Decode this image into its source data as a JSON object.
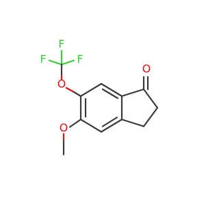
{
  "molecule": {
    "atoms": {
      "f_top": "F",
      "f_left": "F",
      "f_right": "F",
      "o_ether_cf3": "O",
      "o_ketone": "O",
      "o_methoxy": "O"
    }
  },
  "colors": {
    "bond": "#3a3a3a",
    "oxygen": "#e01010",
    "fluorine": "#38c838",
    "background": "#ffffff"
  }
}
